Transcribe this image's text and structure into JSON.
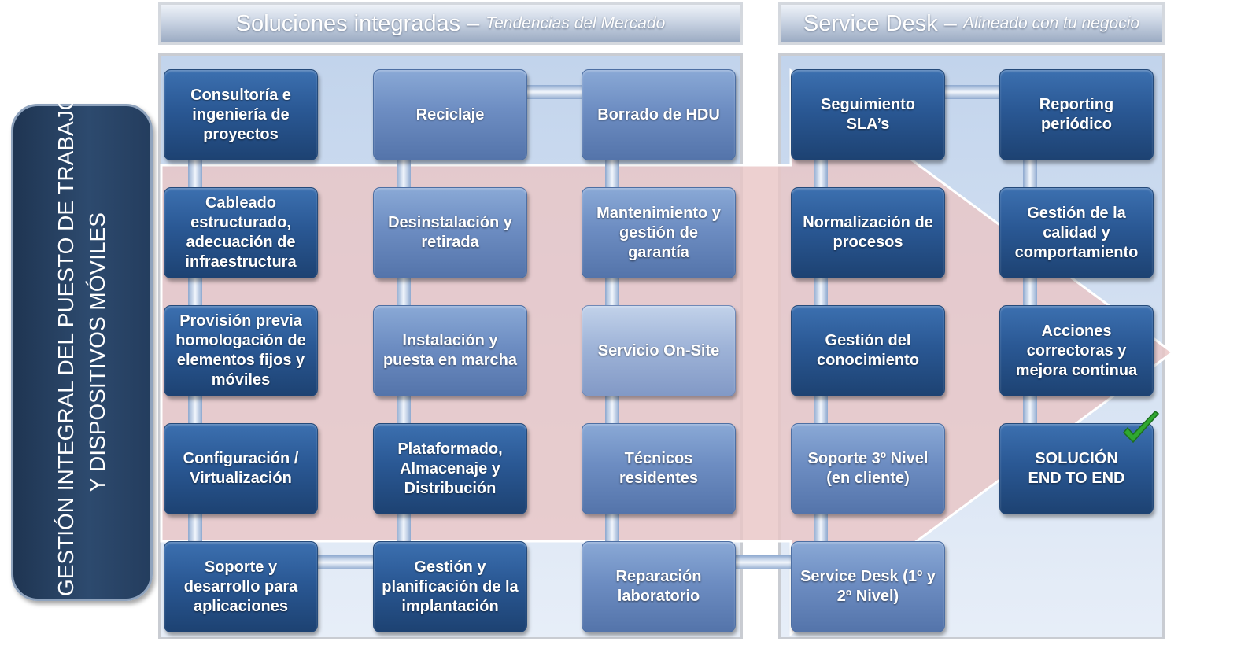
{
  "left_header": {
    "title": "Soluciones integradas",
    "dash": "–",
    "subtitle": "Tendencias del Mercado"
  },
  "right_header": {
    "title": "Service Desk",
    "dash": "–",
    "subtitle": "Alineado con tu negocio"
  },
  "side_label": {
    "line1": "GESTIÓN INTEGRAL DEL PUESTO DE TRABAJO",
    "line2": "Y DISPOSITIVOS MÓVILES"
  },
  "colors": {
    "dark_box": "#2a5894",
    "mid_box": "#6d8dc2",
    "light_box": "#9fb4d8",
    "connector": "#cfdcef",
    "arrow": "#e6c4c4",
    "check": "#2fa830"
  },
  "columns": [
    {
      "items": [
        "Consultoría e\ningeniería de\nproyectos",
        "Cableado\nestructurado,\nadecuación de\ninfraestructura",
        "Provisión previa\nhomologación de\nelementos fijos y\nmóviles",
        "Configuración /\nVirtualización",
        "Soporte y\ndesarrollo para\naplicaciones"
      ]
    },
    {
      "items": [
        "Reciclaje",
        "Desinstalación y\nretirada",
        "Instalación y\npuesta en marcha",
        "Plataformado,\nAlmacenaje y\nDistribución",
        "Gestión y\nplanificación de la\nimplantación"
      ]
    },
    {
      "items": [
        "Borrado de HDU",
        "Mantenimiento y\ngestión de\ngarantía",
        "Servicio On-Site",
        "Técnicos\nresidentes",
        "Reparación\nlaboratorio"
      ]
    },
    {
      "items": [
        "Seguimiento SLA’s",
        "Normalización de\nprocesos",
        "Gestión del\nconocimiento",
        "Soporte 3º Nivel\n(en cliente)",
        "Service Desk (1º y\n2º Nivel)"
      ]
    },
    {
      "items": [
        "Reporting\nperiódico",
        "Gestión de la\ncalidad y\ncomportamiento",
        "Acciones\ncorrectoras y\nmejora continua",
        "SOLUCIÓN\nEND TO END"
      ]
    }
  ],
  "checkmark_icon": "check-icon"
}
